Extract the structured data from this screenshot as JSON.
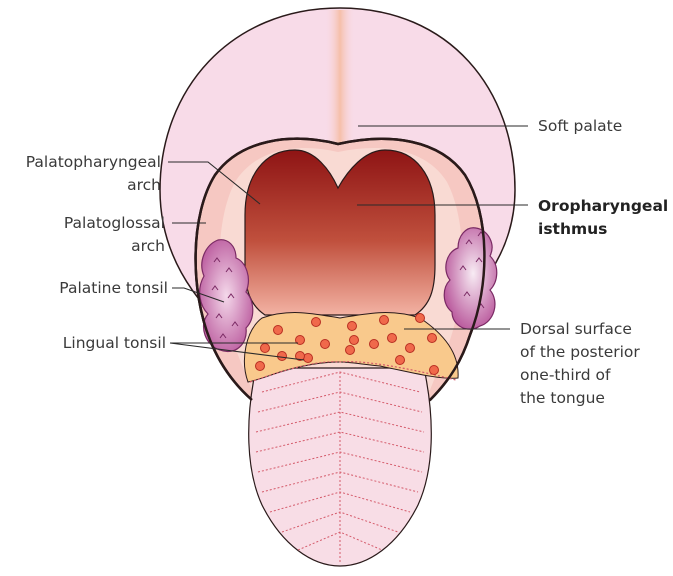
{
  "labels": {
    "soft_palate": "Soft palate",
    "palatopharyngeal_1": "Palatopharyngeal",
    "palatopharyngeal_2": "arch",
    "palatoglossal_1": "Palatoglossal",
    "palatoglossal_2": "arch",
    "palatine_tonsil": "Palatine tonsil",
    "lingual_tonsil": "Lingual tonsil",
    "isthmus_1": "Oropharyngeal",
    "isthmus_2": "isthmus",
    "dorsal_1": "Dorsal surface",
    "dorsal_2": "of the posterior",
    "dorsal_3": "one-third of",
    "dorsal_4": "the tongue"
  },
  "colors": {
    "palate": "#f8dbe8",
    "palate_stripe": "#f6c3b0",
    "isthmus_top": "#8e1414",
    "isthmus_bottom": "#f0a99a",
    "arch": "#f6c8c2",
    "tonsil": "#b8559a",
    "posterior_tongue": "#f9c98c",
    "anterior_tongue": "#f8dde6",
    "papilla": "#d44a2e",
    "outline": "#2a1a1a"
  }
}
